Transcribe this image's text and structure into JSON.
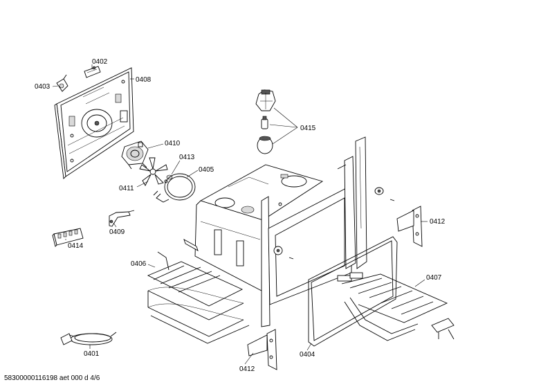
{
  "labels": {
    "p0402a": "0402",
    "p0403": "0403",
    "p0408": "0408",
    "p0415": "0415",
    "p0410": "0410",
    "p0413": "0413",
    "p0405": "0405",
    "p0411": "0411",
    "p0409": "0409",
    "p0414": "0414",
    "p0412a": "0412",
    "p0406": "0406",
    "p0407": "0407",
    "p0401": "0401",
    "p0412b": "0412",
    "p0404": "0404"
  },
  "footer": "58300000116198 aet 000 d 4/6"
}
